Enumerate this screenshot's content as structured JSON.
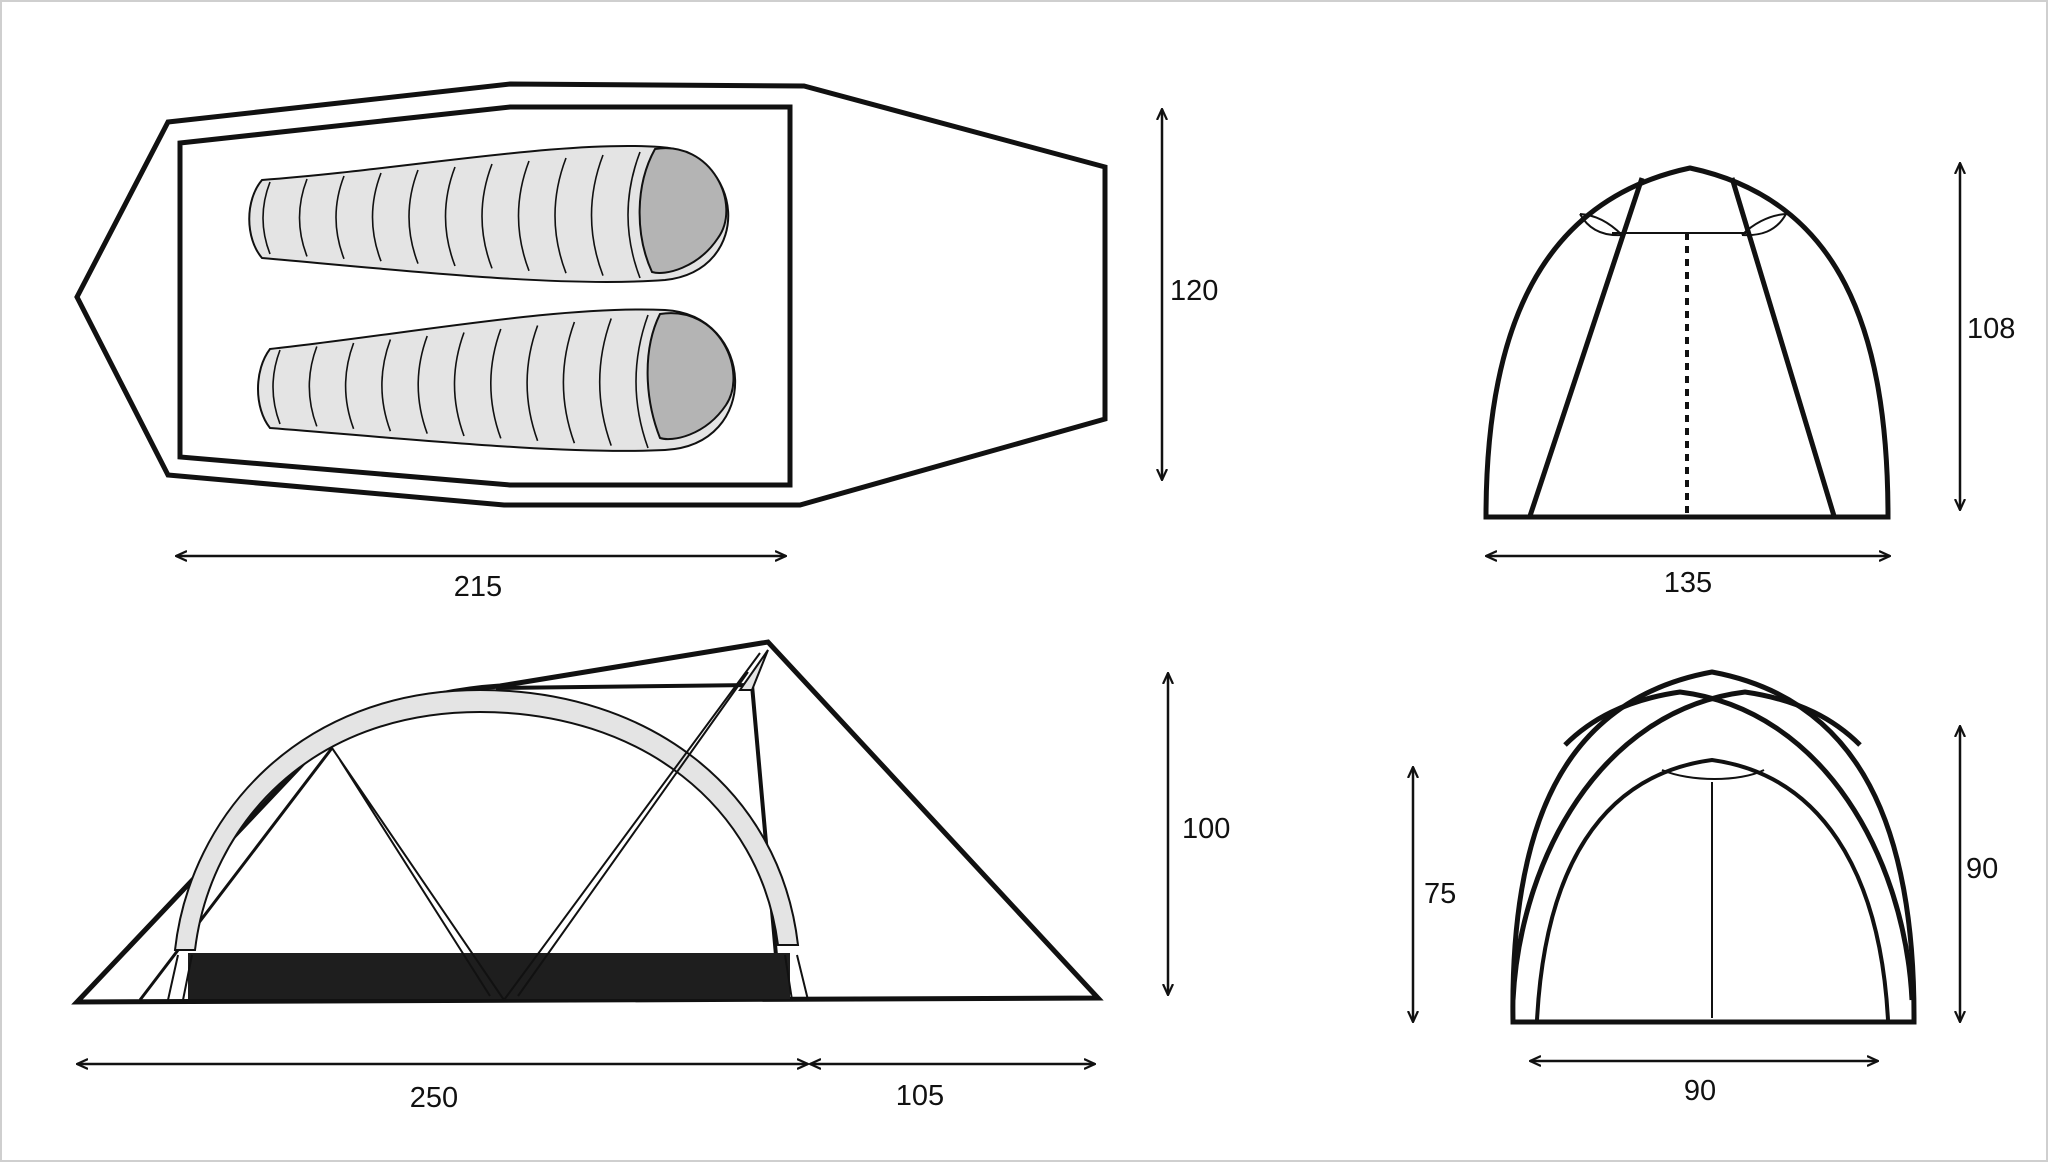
{
  "colors": {
    "line": "#111111",
    "bag_fill": "#e4e4e4",
    "bag_hood": "#b4b4b4",
    "floor": "#1e1e1e",
    "pole": "#e4e4e4",
    "background": "#ffffff"
  },
  "dimensions": {
    "top_view": {
      "length": "215",
      "width": "120"
    },
    "side_view": {
      "inner_length": "250",
      "vestibule": "105",
      "height": "100"
    },
    "front_view": {
      "width": "135",
      "height": "108"
    },
    "rear_view": {
      "width": "90",
      "inner_height": "75",
      "outer_height": "90"
    }
  }
}
